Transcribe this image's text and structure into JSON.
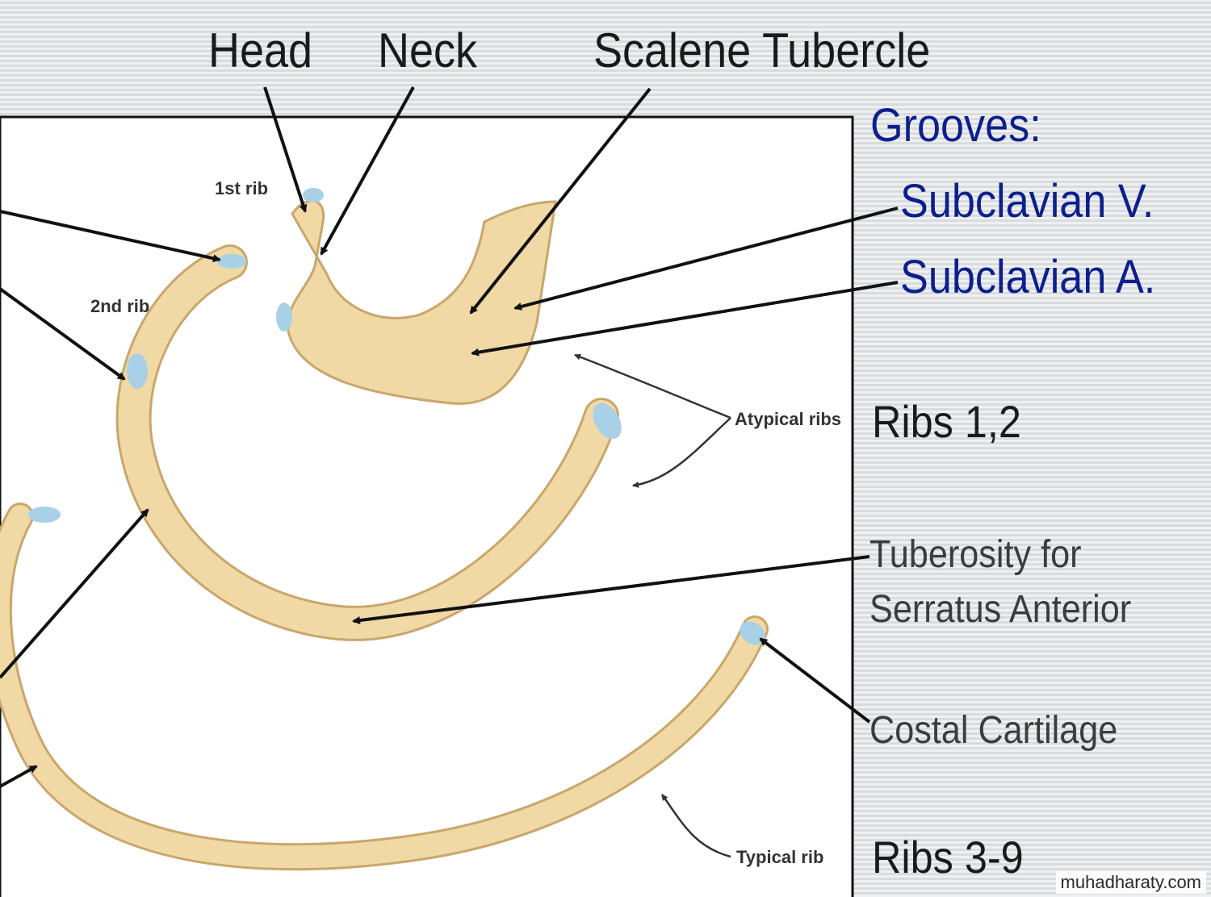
{
  "top_labels": {
    "head": "Head",
    "neck": "Neck",
    "scalene": "Scalene Tubercle"
  },
  "figure_labels": {
    "rib1": "1st rib",
    "rib2": "2nd rib",
    "atypical": "Atypical ribs",
    "typical": "Typical rib"
  },
  "side_labels": {
    "grooves": "Grooves:",
    "sub_v": "Subclavian  V.",
    "sub_a": "Subclavian  A.",
    "ribs12": "Ribs 1,2",
    "tuberosity_1": "Tuberosity  for",
    "tuberosity_2": "Serratus Anterior",
    "costal": "Costal  Cartilage",
    "ribs39": "Ribs 3-9"
  },
  "watermark": "muhadharaty.com",
  "colors": {
    "bone": "#f1d9a6",
    "bone_outline": "#c9a66b",
    "cartilage": "#a8d0e6",
    "title_blue": "#0d1f8c"
  }
}
